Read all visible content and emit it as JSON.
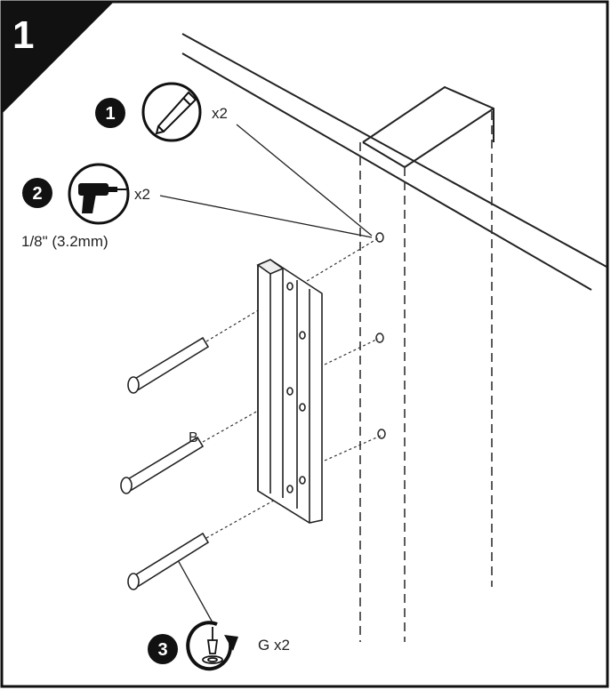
{
  "step_number": "1",
  "callouts": [
    {
      "badge": "1",
      "tool": "pencil-icon",
      "quantity": "x2"
    },
    {
      "badge": "2",
      "tool": "drill-icon",
      "quantity": "x2",
      "bit_size": "1/8\" (3.2mm)"
    },
    {
      "badge": "3",
      "tool": "screwdriver-rotate-icon",
      "quantity": "G x2"
    }
  ],
  "part_label": "B",
  "colors": {
    "ink": "#111111",
    "line": "#333333",
    "background": "#ffffff"
  }
}
